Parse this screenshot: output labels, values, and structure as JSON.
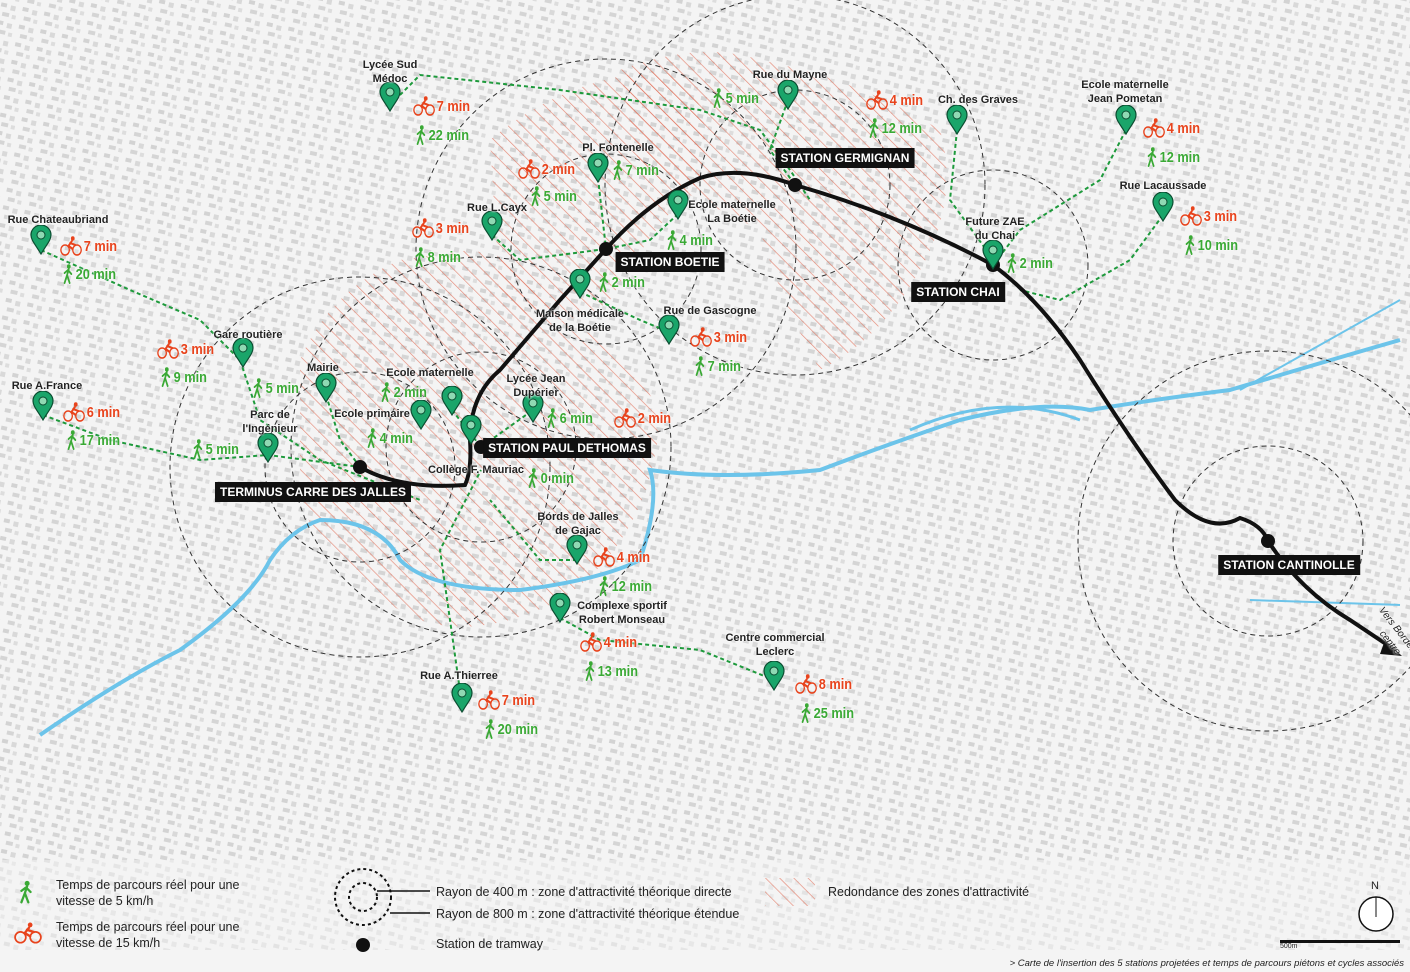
{
  "colors": {
    "walk": "#3aa935",
    "bike": "#e8431c",
    "pin": "#1aa56a",
    "tram": "#111111",
    "river": "#6cc4ea",
    "hatch": "#e0634a"
  },
  "stations": [
    {
      "name": "TERMINUS CARRE DES JALLES"
    },
    {
      "name": "STATION PAUL DETHOMAS"
    },
    {
      "name": "STATION BOETIE"
    },
    {
      "name": "STATION GERMIGNAN"
    },
    {
      "name": "STATION CHAI"
    },
    {
      "name": "STATION CANTINOLLE"
    }
  ],
  "destinations": [
    {
      "name": [
        "Lycée Sud",
        "Médoc"
      ],
      "bike": "7 min",
      "walk": "22 min"
    },
    {
      "name": [
        "Rue du Mayne"
      ],
      "walk": "5 min"
    },
    {
      "name": [
        "Ch. des Graves"
      ],
      "bike": "4 min",
      "walk": "12 min"
    },
    {
      "name": [
        "Ecole maternelle",
        "Jean Pometan"
      ],
      "bike": "4 min",
      "walk": "12 min"
    },
    {
      "name": [
        "Pl. Fontenelle"
      ],
      "bike": "2 min",
      "walk": "5 min",
      "walk2": "7 min"
    },
    {
      "name": [
        "Ecole maternelle",
        "La Boétie"
      ],
      "walk": "4 min"
    },
    {
      "name": [
        "Rue L.Cayx"
      ],
      "bike": "3 min",
      "walk": "8 min"
    },
    {
      "name": [
        "Rue Lacaussade"
      ],
      "bike": "3 min",
      "walk": "10 min"
    },
    {
      "name": [
        "Rue Chateaubriand"
      ],
      "bike": "7 min",
      "walk": "20 min"
    },
    {
      "name": [
        "Future ZAE",
        "du Chai"
      ],
      "walk": "2 min"
    },
    {
      "name": [
        "Maison médicale",
        "de la Boétie"
      ],
      "walk": "2 min"
    },
    {
      "name": [
        "Rue de Gascogne"
      ],
      "bike": "3 min",
      "walk": "7 min"
    },
    {
      "name": [
        "Gare routière"
      ],
      "bike": "3 min",
      "walk": "9 min"
    },
    {
      "name": [
        "Mairie"
      ],
      "walk": "5 min"
    },
    {
      "name": [
        "Rue A.France"
      ],
      "bike": "6 min",
      "walk": "17 min"
    },
    {
      "name": [
        "Ecole maternelle"
      ],
      "walk": "2 min"
    },
    {
      "name": [
        "Lycée Jean",
        "Dupérier"
      ],
      "walk": "6 min",
      "bike": "2 min"
    },
    {
      "name": [
        "Ecole primaire"
      ],
      "walk": "4 min"
    },
    {
      "name": [
        "Parc de",
        "l'Ingénieur"
      ],
      "walk": "5 min"
    },
    {
      "name": [
        "Collège F. Mauriac"
      ],
      "walk": "0 min"
    },
    {
      "name": [
        "Bords de Jalles",
        "de Gajac"
      ],
      "bike": "4 min",
      "walk": "12 min"
    },
    {
      "name": [
        "Complexe sportif",
        "Robert Monseau"
      ],
      "bike": "4 min",
      "walk": "13 min"
    },
    {
      "name": [
        "Centre commercial",
        "Leclerc"
      ],
      "bike": "8 min",
      "walk": "25 min"
    },
    {
      "name": [
        "Rue A.Thierree"
      ],
      "bike": "7 min",
      "walk": "20 min"
    }
  ],
  "direction_label": [
    "Vers Bordeaux",
    "centre"
  ],
  "legend": {
    "walk": [
      "Temps de parcours réel pour une",
      "vitesse de 5 km/h"
    ],
    "bike": [
      "Temps de parcours réel pour une",
      "vitesse de 15 km/h"
    ],
    "r400": "Rayon de 400 m : zone d'attractivité théorique directe",
    "r800": "Rayon de 800 m : zone d'attractivité théorique étendue",
    "station": "Station de tramway",
    "hatch": "Redondance des zones d'attractivité"
  },
  "north": "N",
  "scale": "500m",
  "caption": "> Carte de l'insertion des 5 stations projetées et temps de parcours piétons et cycles associés"
}
